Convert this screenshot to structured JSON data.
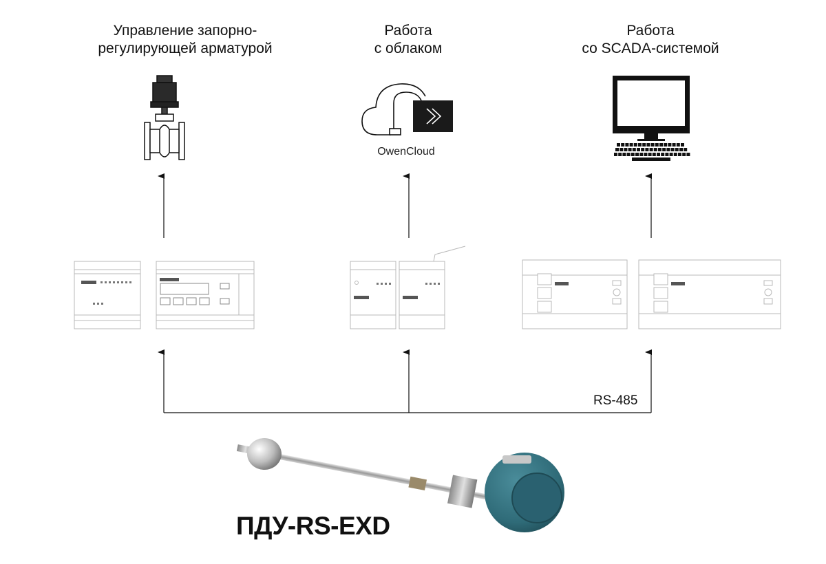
{
  "columns": [
    {
      "title_line1": "Управление запорно-",
      "title_line2": "регулирующей арматурой"
    },
    {
      "title_line1": "Работа",
      "title_line2": "с облаком"
    },
    {
      "title_line1": "Работа",
      "title_line2": "со SCADA-системой"
    }
  ],
  "cloud": {
    "label": "OwenCloud"
  },
  "bus": {
    "label": "RS-485"
  },
  "product": {
    "name": "ПДУ-RS-EXD"
  },
  "icons": [
    "valve-actuator-icon",
    "cloud-icon",
    "computer-monitor-icon",
    "keyboard-icon"
  ],
  "colors": {
    "line": "#111111",
    "device_outline": "#b9b9b9",
    "housing": "#2f6b78",
    "cloud_tile": "#1a1a1a"
  }
}
